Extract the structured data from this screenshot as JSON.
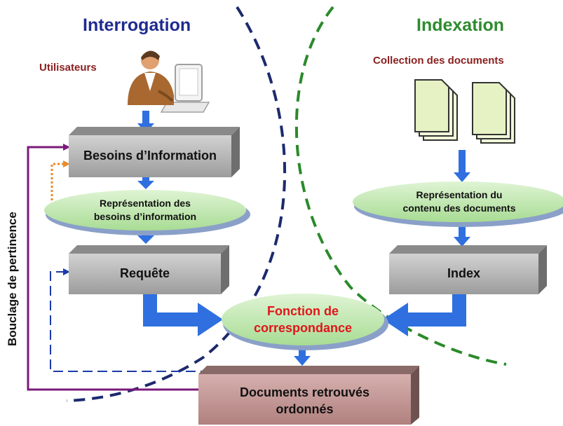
{
  "sections": {
    "left_title": "Interrogation",
    "right_title": "Indexation"
  },
  "labels": {
    "users": "Utilisateurs",
    "collection": "Collection des documents",
    "feedback_loop": "Bouclage de pertinence"
  },
  "boxes": {
    "needs": "Besoins d’Information",
    "query": "Requête",
    "index": "Index",
    "results_line1": "Documents retrouvés",
    "results_line2": "ordonnés"
  },
  "ellipses": {
    "needs_repr_line1": "Représentation des",
    "needs_repr_line2": "besoins d’information",
    "docs_repr_line1": "Représentation du",
    "docs_repr_line2": "contenu des documents",
    "matching_line1": "Fonction de",
    "matching_line2": "correspondance"
  },
  "colors": {
    "left_title": "#1f2b8f",
    "right_title": "#2e8b2e",
    "users_label": "#8b2020",
    "collection_label": "#8b2020",
    "matching_text": "#e0151b",
    "arrow_blue": "#2f6fe0",
    "box_gray": "#b8b8b8",
    "results_box": "#c69a98",
    "ellipse_green": "#bfe6b0",
    "loop_purple": "#7a1a7a",
    "loop_orange": "#e88a2a",
    "curve_navy": "#1c2a6e",
    "curve_green": "#2a8a2a"
  },
  "icons": [
    "user-at-computer-icon",
    "document-stack-icon"
  ]
}
